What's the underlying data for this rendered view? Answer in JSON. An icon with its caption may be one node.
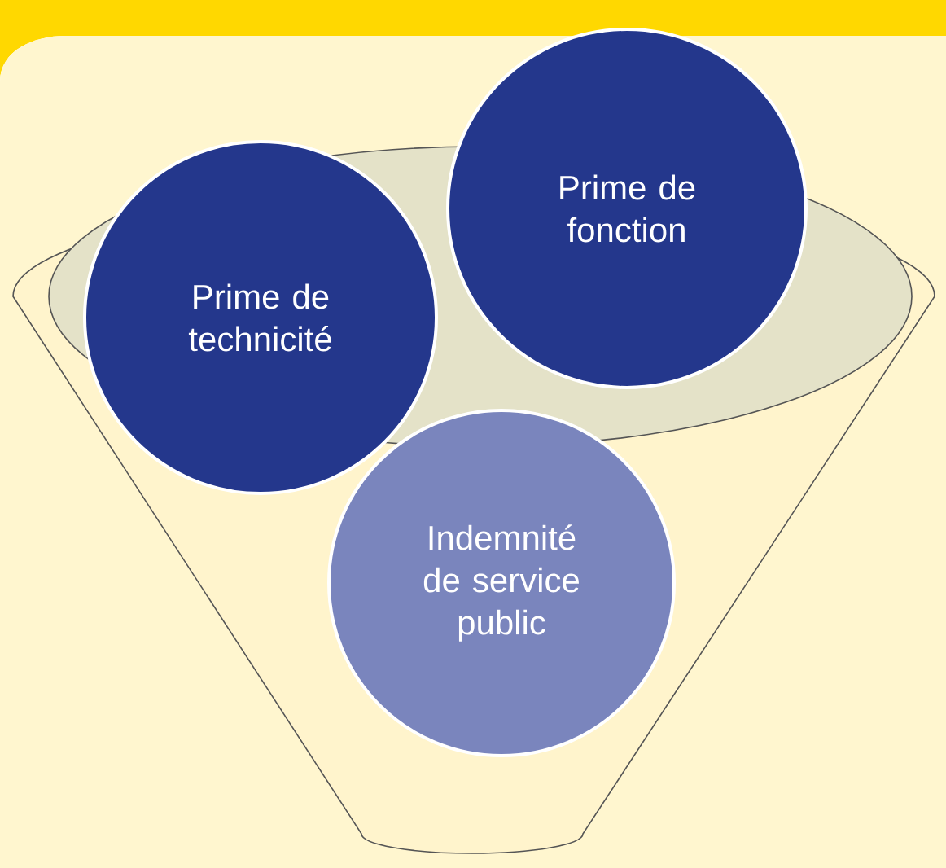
{
  "diagram": {
    "nodes": [
      {
        "text": [
          "Prime de technicité"
        ]
      },
      {
        "text": [
          "Prime de fonction"
        ]
      },
      {
        "text": [
          "Indemnité de service public"
        ]
      }
    ]
  }
}
